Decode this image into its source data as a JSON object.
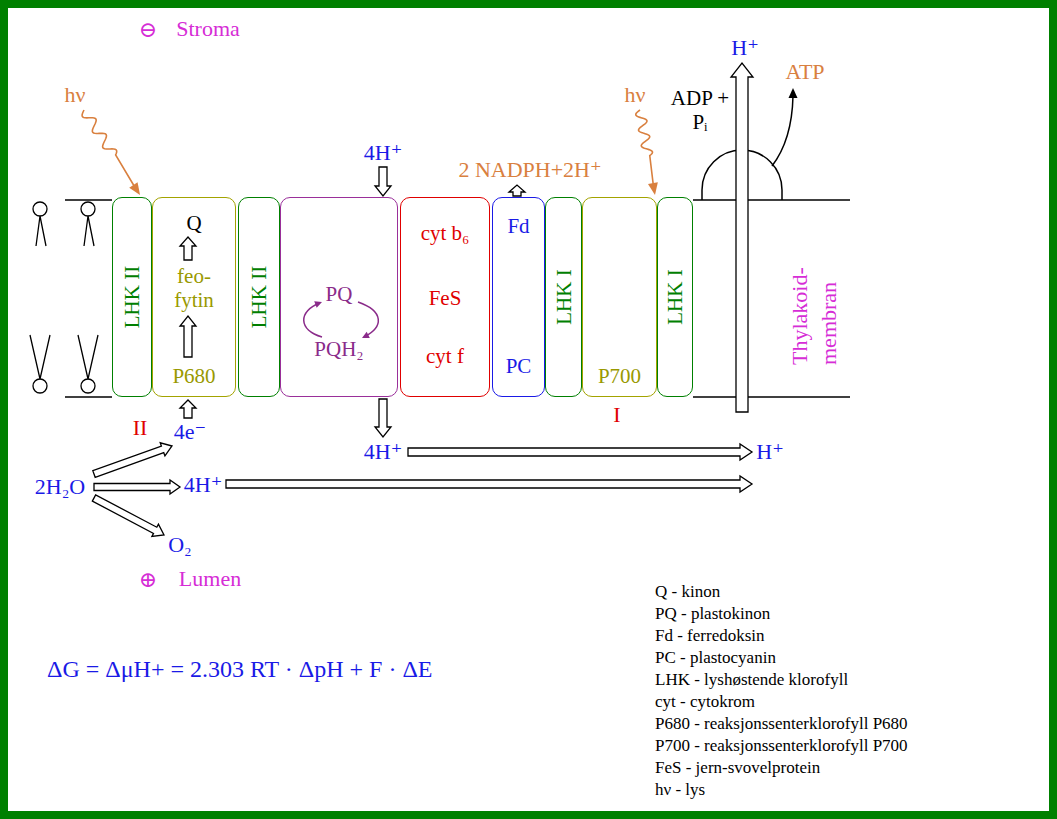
{
  "diagram": {
    "nodes": [
      {
        "text": [
          "LHK II"
        ]
      },
      {
        "text": [
          "Q",
          "feo- fytin",
          "P680"
        ]
      },
      {
        "text": [
          "LHK II"
        ]
      },
      {
        "text": [
          "PQ",
          "PQH₂"
        ]
      },
      {
        "text": [
          "cyt b₆",
          "FeS",
          "cyt f"
        ]
      },
      {
        "text": [
          "Fd",
          "PC"
        ]
      },
      {
        "text": [
          "LHK I"
        ]
      },
      {
        "text": [
          "P700"
        ]
      },
      {
        "text": [
          "LHK I"
        ]
      }
    ],
    "labels": [
      "⊖",
      "Stroma",
      "hν",
      "4H⁺",
      "2 NADPH+2H⁺",
      "hν",
      "ADP + Pᵢ",
      "H⁺",
      "ATP",
      "Thylakoid- membran",
      "II",
      "4e⁻",
      "4H⁺",
      "I",
      "H⁺",
      "2H₂O",
      "4H⁺",
      "O₂",
      "⊕",
      "Lumen",
      "Q - kinon",
      "PQ - plastokinon",
      "Fd - ferredoksin",
      "PC - plastocyanin",
      "LHK - lyshøstende klorofyll",
      "cyt - cytokrom",
      "P680 - reaksjonssenterklorofyll P680",
      "P700 - reaksjonssenterklorofyll P700",
      "FeS - jern-svovelprotein",
      "hν - lys",
      "ΔG = ΔμH+ = 2.303 RT · ΔpH + F · ΔE"
    ]
  }
}
